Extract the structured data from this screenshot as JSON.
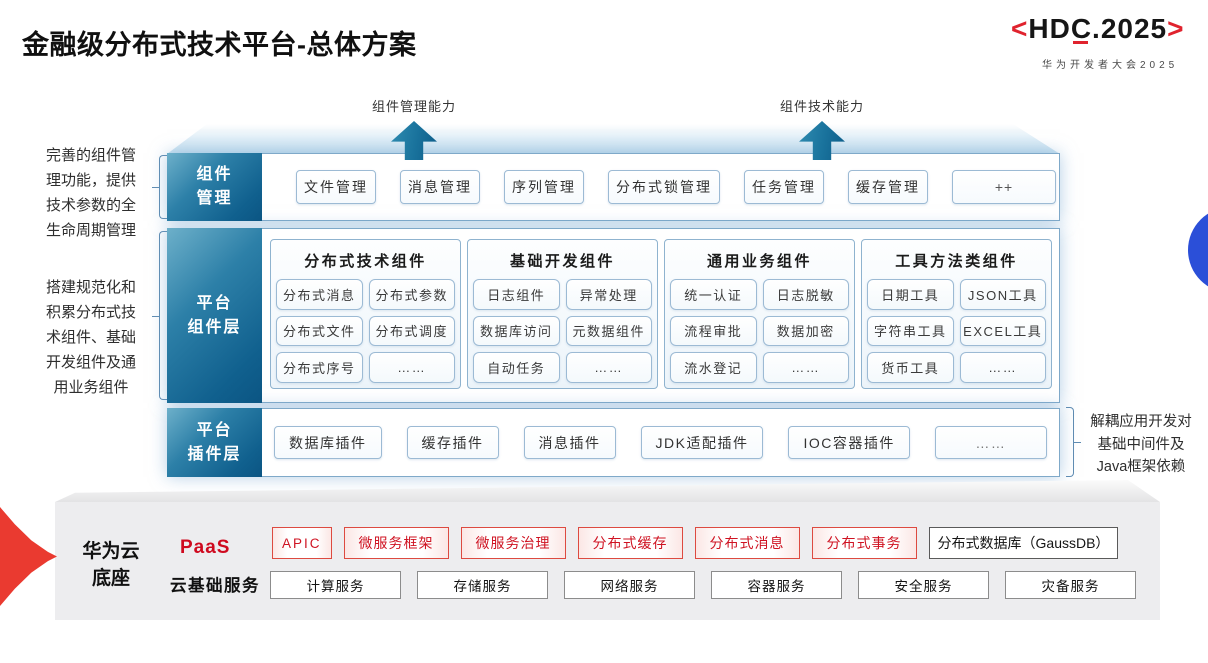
{
  "title": "金融级分布式技术平台-总体方案",
  "logo": {
    "left_angle": "<",
    "right_angle": ">",
    "text_before": "HD",
    "text_underlined": "C",
    "text_after": ".2025",
    "subtitle": "华为开发者大会2025"
  },
  "capability_arrows": [
    {
      "label": "组件管理能力"
    },
    {
      "label": "组件技术能力"
    }
  ],
  "annotations": {
    "left_top_lines": [
      "完善的组件管",
      "理功能，提供",
      "技术参数的全",
      "生命周期管理"
    ],
    "left_bottom_lines": [
      "搭建规范化和",
      "积累分布式技",
      "术组件、基础",
      "开发组件及通",
      "用业务组件"
    ],
    "right_lines": [
      "解耦应用开发对",
      "基础中间件及",
      "Java框架依赖"
    ]
  },
  "rows": {
    "management": {
      "label": "组件\n管理",
      "items": [
        "文件管理",
        "消息管理",
        "序列管理",
        "分布式锁管理",
        "任务管理",
        "缓存管理",
        "++"
      ]
    },
    "components": {
      "label": "平台\n组件层",
      "groups": [
        {
          "title": "分布式技术组件",
          "items": [
            "分布式消息",
            "分布式参数",
            "分布式文件",
            "分布式调度",
            "分布式序号",
            "……"
          ]
        },
        {
          "title": "基础开发组件",
          "items": [
            "日志组件",
            "异常处理",
            "数据库访问",
            "元数据组件",
            "自动任务",
            "……"
          ]
        },
        {
          "title": "通用业务组件",
          "items": [
            "统一认证",
            "日志脱敏",
            "流程审批",
            "数据加密",
            "流水登记",
            "……"
          ]
        },
        {
          "title": "工具方法类组件",
          "items": [
            "日期工具",
            "JSON工具",
            "字符串工具",
            "EXCEL工具",
            "货币工具",
            "……"
          ]
        }
      ]
    },
    "plugins": {
      "label": "平台\n插件层",
      "items": [
        "数据库插件",
        "缓存插件",
        "消息插件",
        "JDK适配插件",
        "IOC容器插件",
        "……"
      ]
    }
  },
  "foundation": {
    "label": "华为云\n底座",
    "paas": {
      "label": "PaaS",
      "items": [
        "APIC",
        "微服务框架",
        "微服务治理",
        "分布式缓存",
        "分布式消息",
        "分布式事务"
      ],
      "plain_item": "分布式数据库（GaussDB）"
    },
    "cloud": {
      "label": "云基础服务",
      "items": [
        "计算服务",
        "存储服务",
        "网络服务",
        "容器服务",
        "安全服务",
        "灾备服务"
      ]
    }
  },
  "colors": {
    "accent_red": "#e0232e",
    "label_gradient_dark": "#0b5583",
    "arrow_blue": "#19729c",
    "circle_blue": "#2b4fd8",
    "paas_red": "#cf1322"
  }
}
